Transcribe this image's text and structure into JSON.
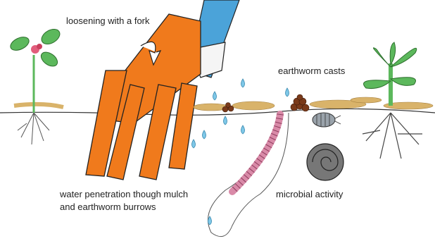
{
  "labels": {
    "fork": "loosening with a fork",
    "casts": "earthworm casts",
    "water_line1": "water penetration though mulch",
    "water_line2": "and earthworm burrows",
    "microbial": "microbial activity"
  },
  "colors": {
    "fork": "#f07a1c",
    "handle_blue": "#4ba3d9",
    "worm": "#d98aa8",
    "leaf": "#5cb85c",
    "mulch": "#d9b36a",
    "water": "#7fc8e8",
    "cast": "#7a3a1a"
  },
  "icons": [
    "seedling-icon",
    "garden-fork-icon",
    "earthworm-icon",
    "snail-shell-icon",
    "woodlouse-icon",
    "water-drop-icon",
    "plant-icon"
  ]
}
